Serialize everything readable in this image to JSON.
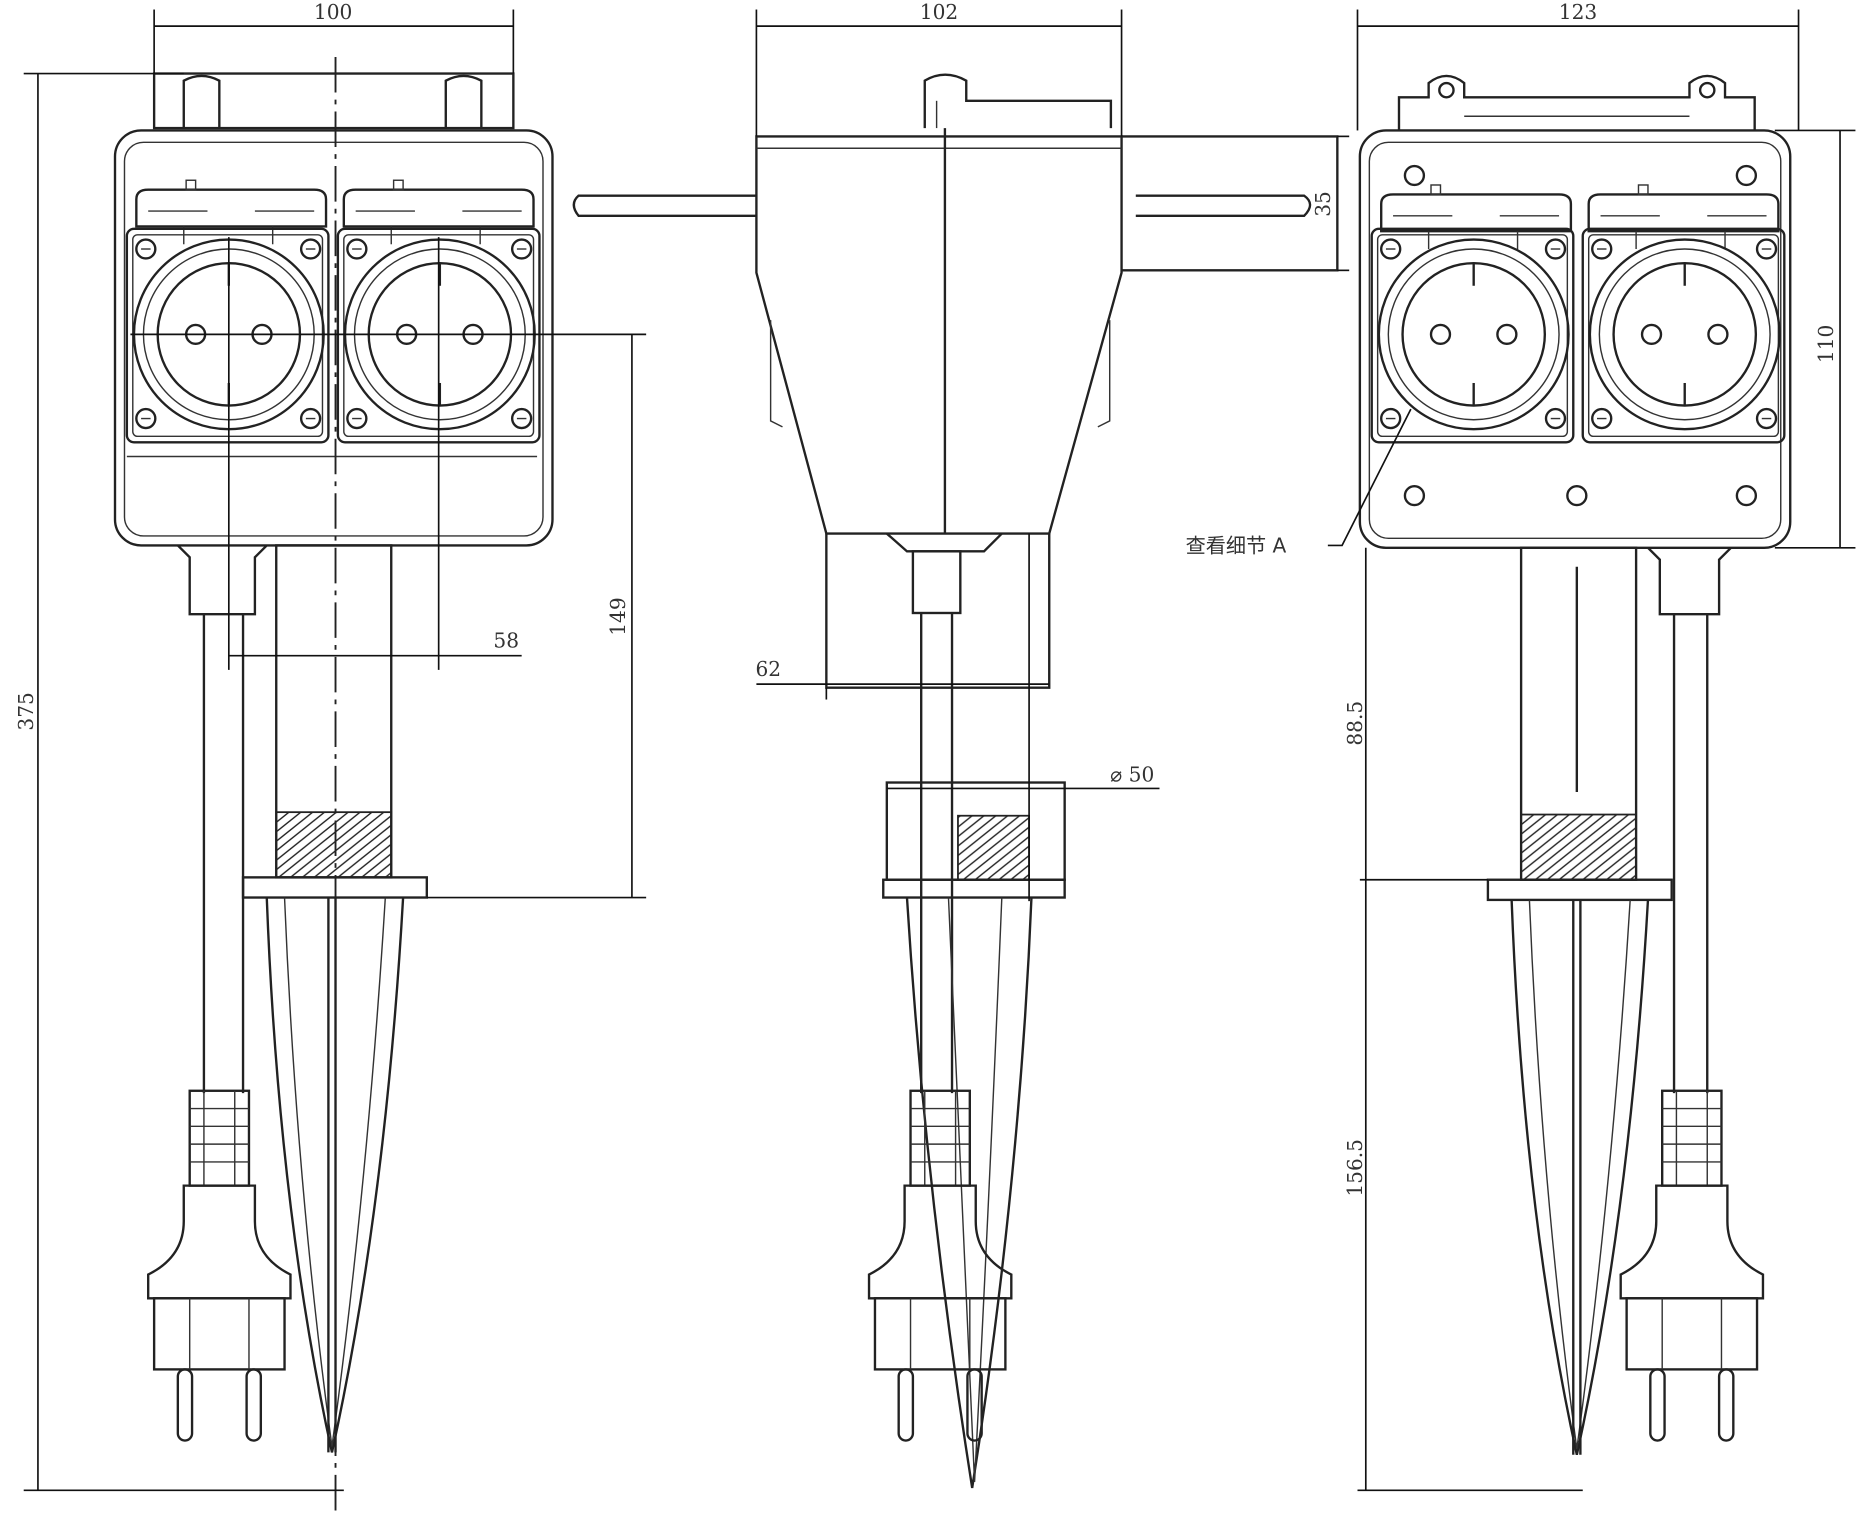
{
  "title": "Garden socket stake - technical drawing, three views",
  "dimensions": {
    "front_width": "100",
    "side_width": "102",
    "rear_width": "123",
    "overall_height": "375",
    "socket_spacing": "58",
    "socket_to_flange": "149",
    "handle_height": "35",
    "box_height": "110",
    "base_width": "62",
    "stake_diameter": "⌀ 50",
    "box_to_flange": "88.5",
    "spike_length": "156.5"
  },
  "callout": {
    "detail_label": "查看细节 A"
  }
}
